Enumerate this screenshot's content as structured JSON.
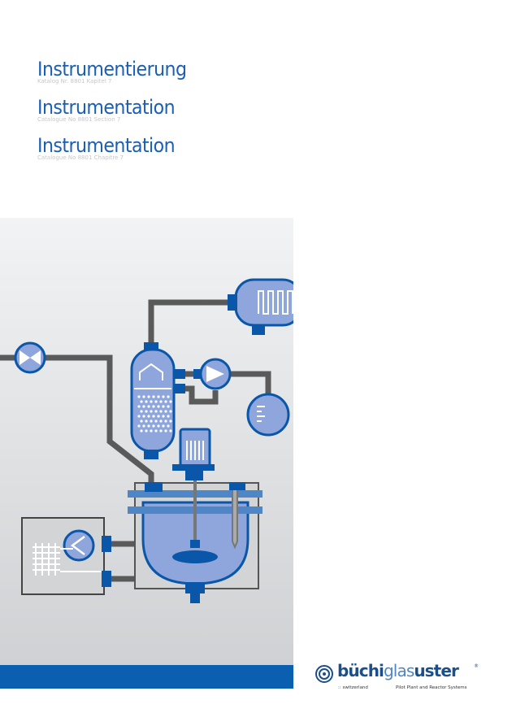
{
  "titles": [
    {
      "title": "Instrumentierung",
      "subtitle": "Katalog Nr. 8801 Kapitel 7"
    },
    {
      "title": "Instrumentation",
      "subtitle": "Catalogue No 8801 Section 7"
    },
    {
      "title": "Instrumentation",
      "subtitle": "Catalogue No 8801 Chapitre 7"
    }
  ],
  "logo": {
    "part1": "büchi",
    "part2": "glas",
    "part3": "uster",
    "registered": "®",
    "tag_left": ":: switzerland",
    "tag_right": "Pilot Plant and Reactor Systems"
  },
  "colors": {
    "title_blue": "#1a5fb4",
    "band_blue": "#0a5fb0",
    "vessel_fill": "#8fa6dd",
    "fitting_blue": "#0a56a8",
    "pipe_grey": "#555555"
  }
}
